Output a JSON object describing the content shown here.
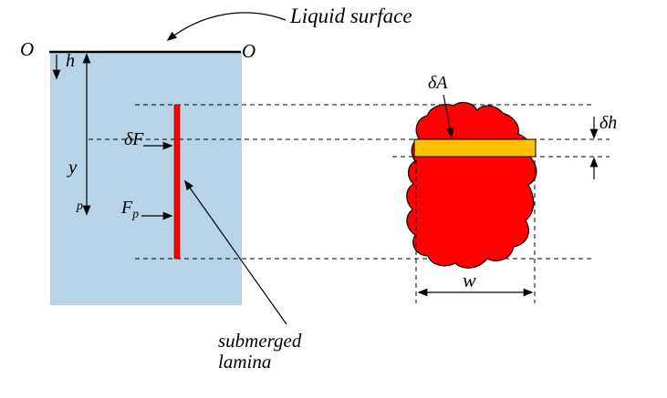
{
  "colors": {
    "liquid": "#b9d3e6",
    "lamina": "#fe0000",
    "strip": "#ffc000",
    "ink": "#000000"
  },
  "labels": {
    "liquid_surface": "Liquid surface",
    "origin_left": "O",
    "origin_right": "O",
    "depth_h": "h",
    "delta_F": "δF",
    "y_main": "y",
    "y_sub": "p",
    "force_main": "F",
    "force_sub": "p",
    "delta_A": "δA",
    "delta_h": "δh",
    "width_w": "w",
    "submerged_line1": "submerged",
    "submerged_line2": "lamina"
  }
}
